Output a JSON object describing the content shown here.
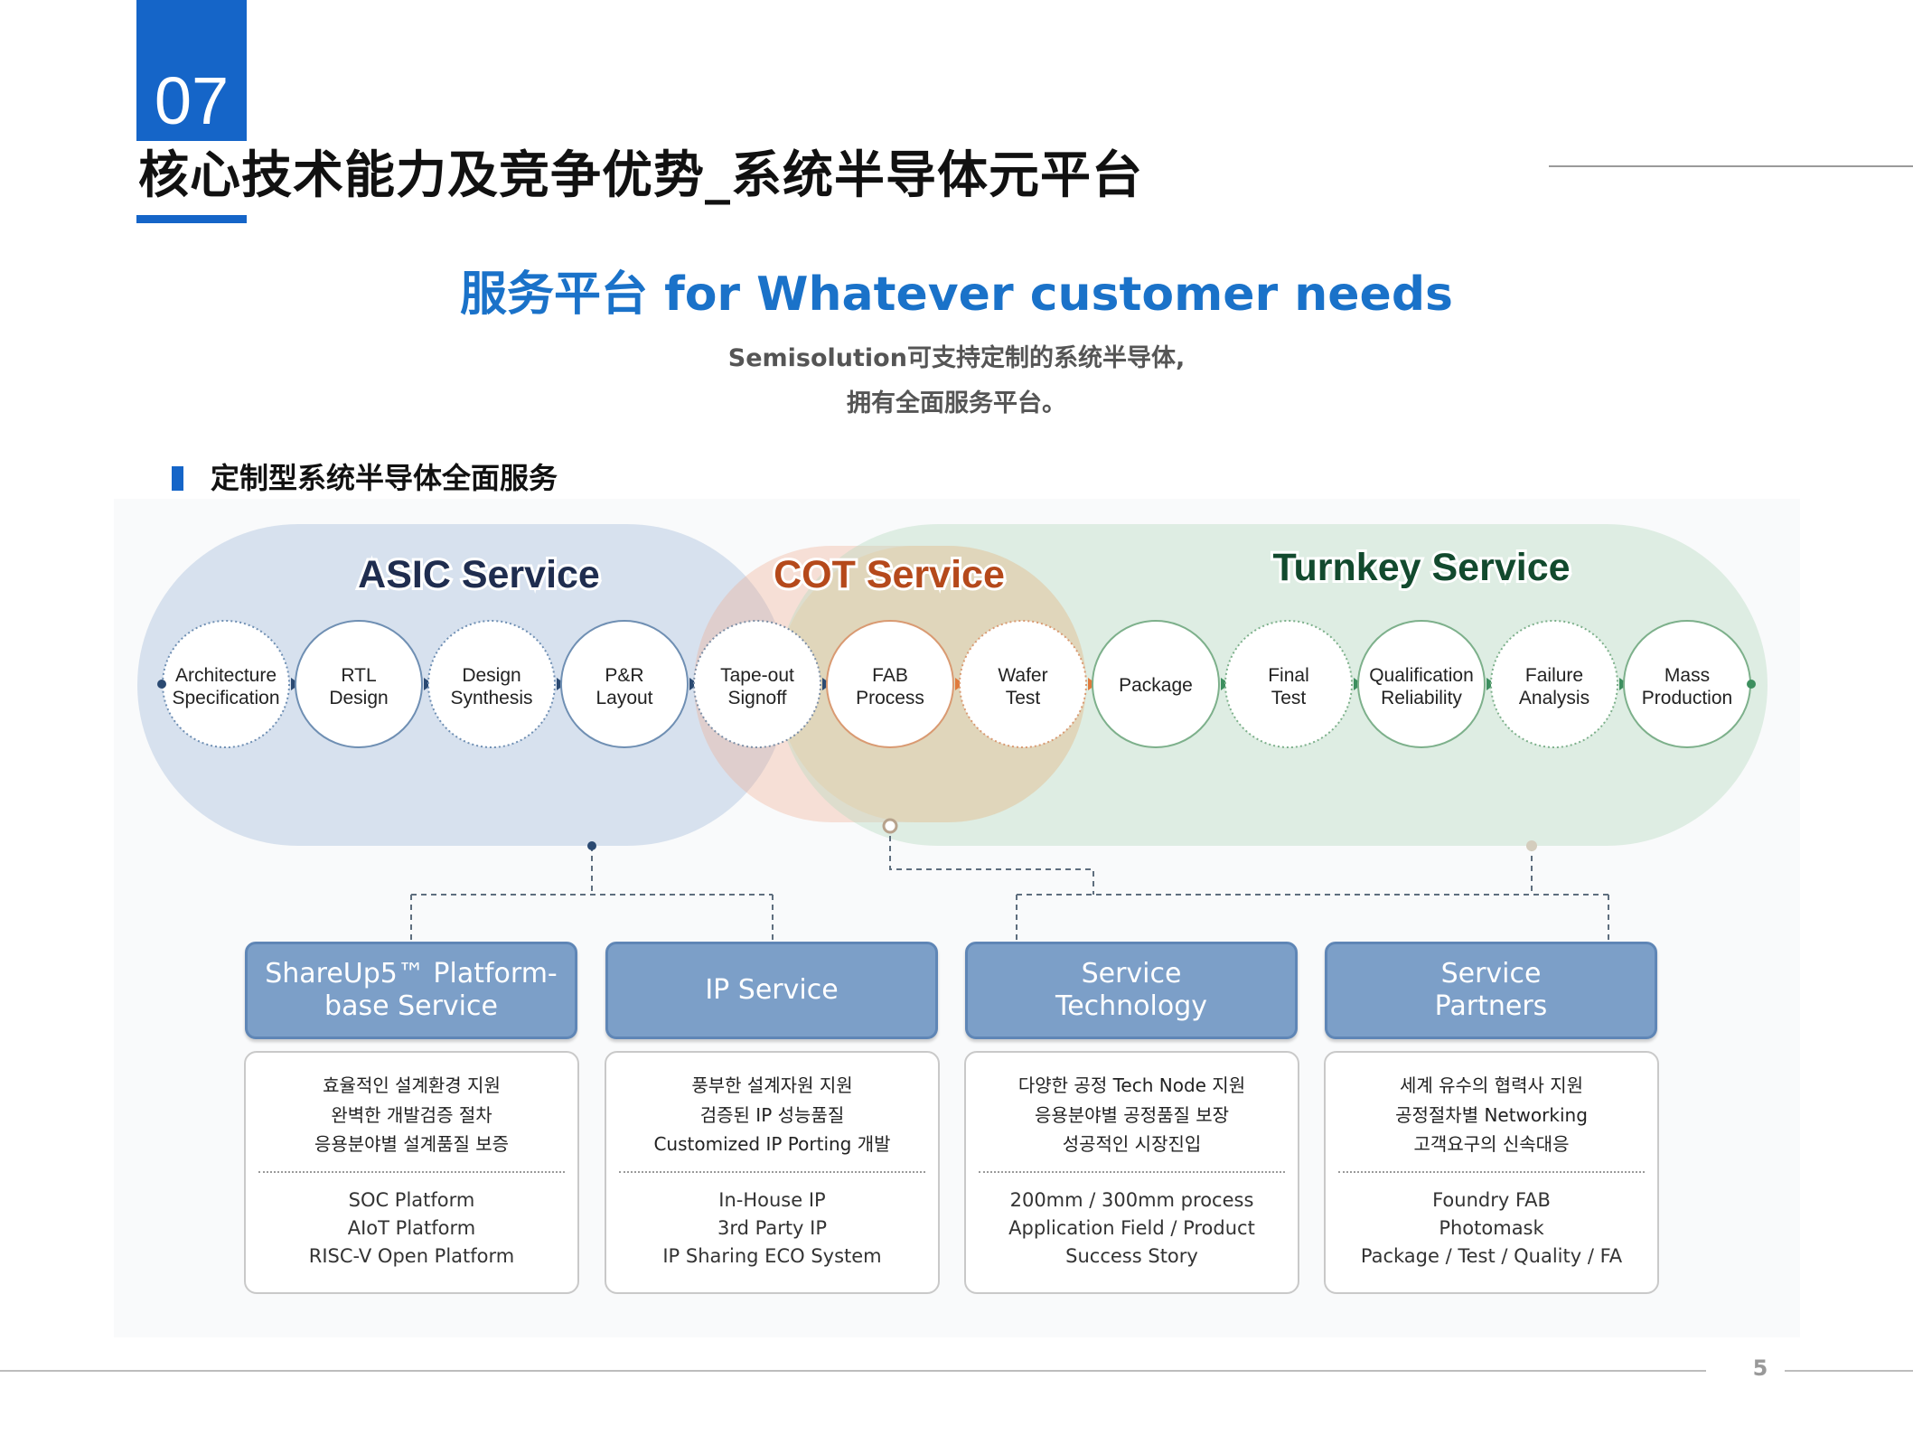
{
  "header": {
    "section_number": "07",
    "title": "核心技术能力及竞争优势_系统半导体元平台"
  },
  "hero": {
    "title": "服务平台 for Whatever customer needs",
    "subtitle_line1": "Semisolution可支持定制的系统半导体,",
    "subtitle_line2": "拥有全面服务平台。"
  },
  "section": {
    "label": "定制型系统半导体全面服务"
  },
  "diagram": {
    "groups": [
      {
        "name": "ASIC Service",
        "color": "#1f2d4f"
      },
      {
        "name": "COT Service",
        "color": "#b5491b"
      },
      {
        "name": "Turnkey Service",
        "color": "#124a2e"
      }
    ],
    "steps": [
      {
        "line1": "Architecture",
        "line2": "Specification"
      },
      {
        "line1": "RTL",
        "line2": "Design"
      },
      {
        "line1": "Design",
        "line2": "Synthesis"
      },
      {
        "line1": "P&R",
        "line2": "Layout"
      },
      {
        "line1": "Tape-out",
        "line2": "Signoff"
      },
      {
        "line1": "FAB",
        "line2": "Process"
      },
      {
        "line1": "Wafer",
        "line2": "Test"
      },
      {
        "line1": "Package",
        "line2": ""
      },
      {
        "line1": "Final",
        "line2": "Test"
      },
      {
        "line1": "Qualification",
        "line2": "Reliability"
      },
      {
        "line1": "Failure",
        "line2": "Analysis"
      },
      {
        "line1": "Mass",
        "line2": "Production"
      }
    ],
    "services": [
      {
        "title_line1": "ShareUp5™ Platform-",
        "title_line2": "base Service",
        "korean": [
          "효율적인 설계환경 지원",
          "완벽한 개발검증 절차",
          "응용분야별 설계품질 보증"
        ],
        "items": [
          "SOC Platform",
          "AIoT Platform",
          "RISC-V Open Platform"
        ]
      },
      {
        "title_line1": "IP Service",
        "title_line2": "",
        "korean": [
          "풍부한 설계자원 지원",
          "검증된 IP 성능품질",
          "Customized IP Porting 개발"
        ],
        "items": [
          "In-House IP",
          "3rd Party IP",
          "IP Sharing ECO System"
        ]
      },
      {
        "title_line1": "Service",
        "title_line2": "Technology",
        "korean": [
          "다양한 공정 Tech Node 지원",
          "응용분야별 공정품질 보장",
          "성공적인 시장진입"
        ],
        "items": [
          "200mm / 300mm process",
          "Application Field / Product",
          "Success Story"
        ]
      },
      {
        "title_line1": "Service",
        "title_line2": "Partners",
        "korean": [
          "세계 유수의 협력사 지원",
          "공정절차별 Networking",
          "고객요구의 신속대응"
        ],
        "items": [
          "Foundry FAB",
          "Photomask",
          "Package / Test / Quality / FA"
        ]
      }
    ]
  },
  "footer": {
    "page_number": "5"
  }
}
